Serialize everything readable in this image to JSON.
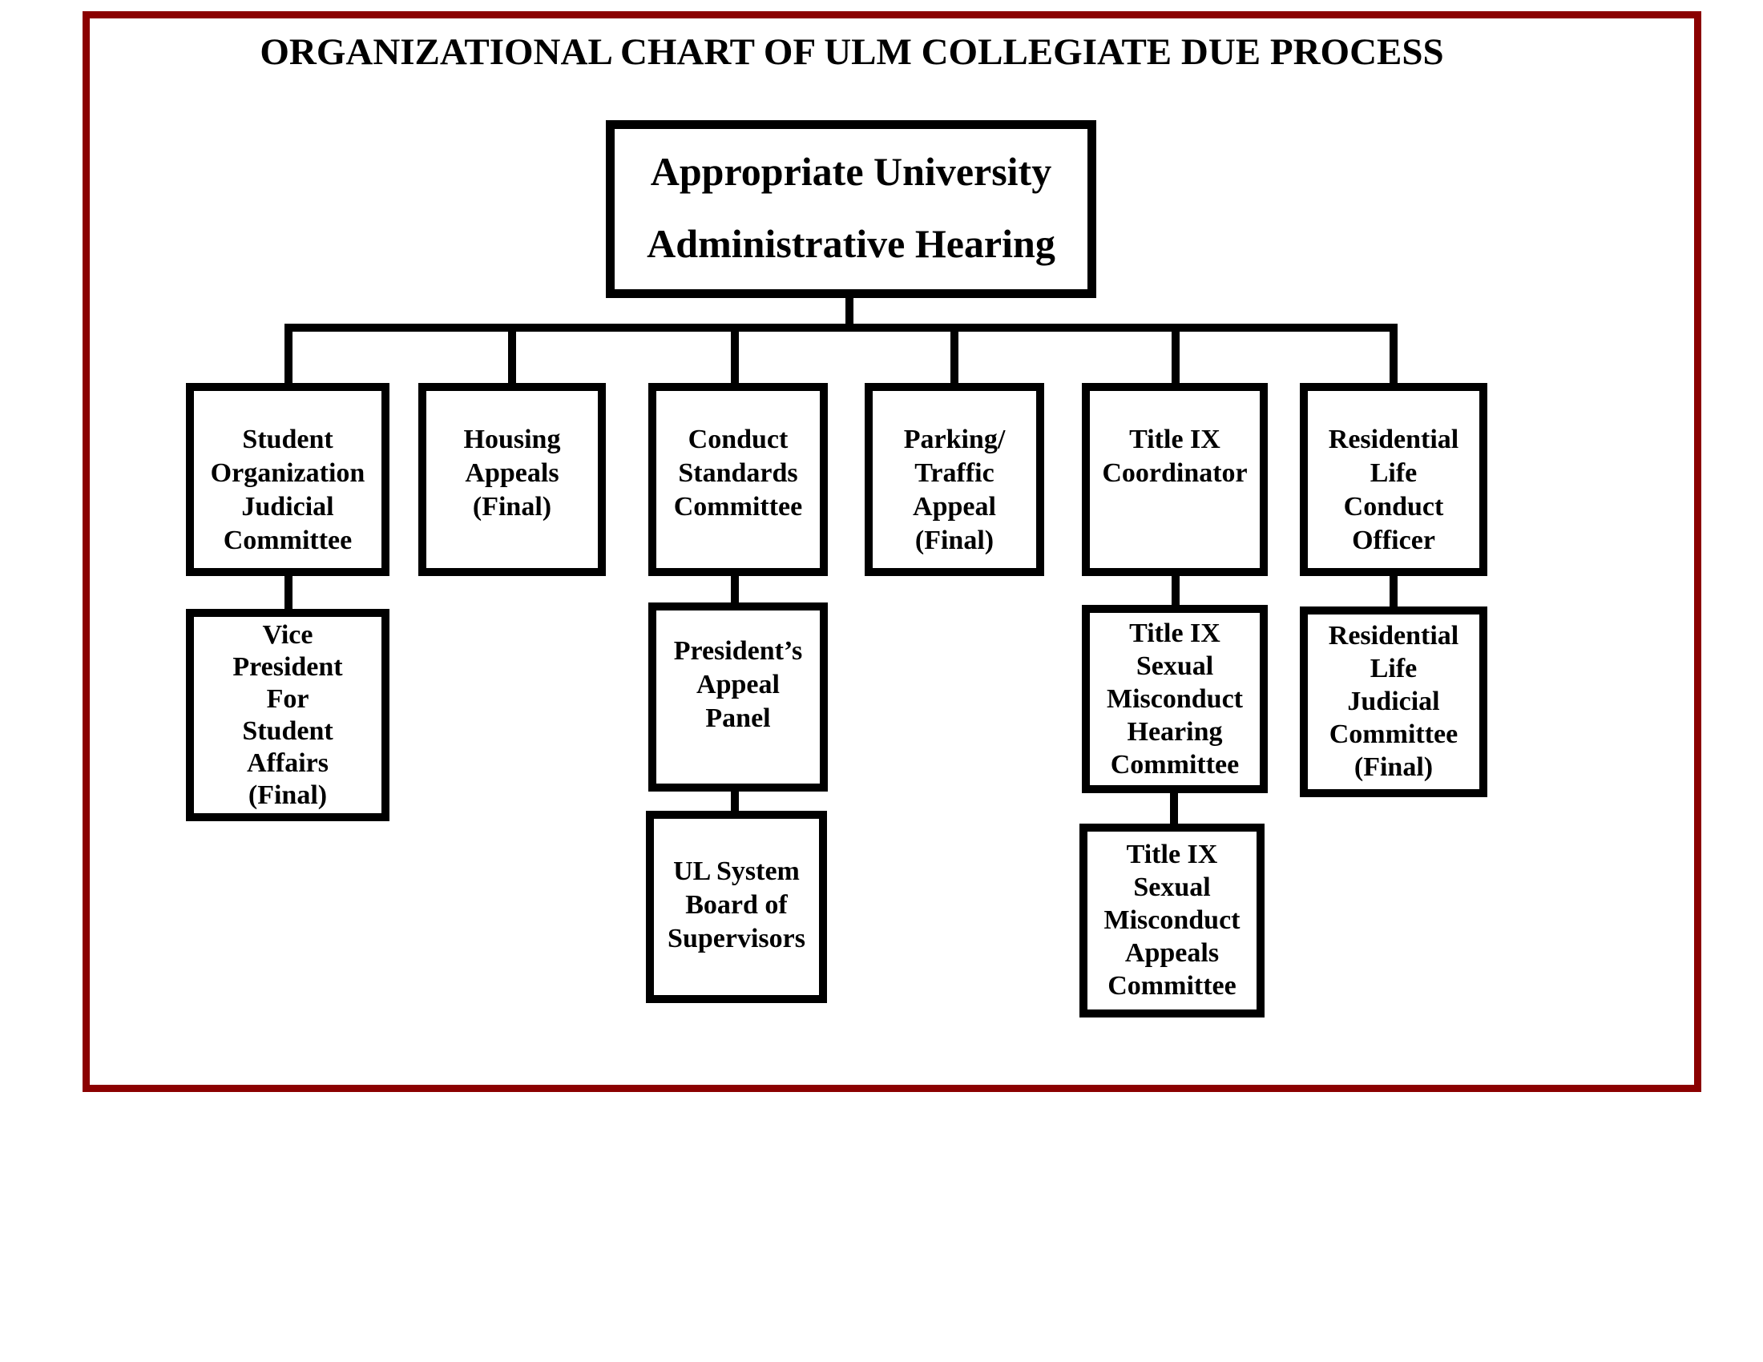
{
  "title": "ORGANIZATIONAL CHART OF ULM COLLEGIATE DUE PROCESS",
  "colors": {
    "frame": "#8B0000",
    "line": "#000000",
    "box_border": "#000000",
    "text": "#000000",
    "background": "#FFFFFF"
  },
  "tree": {
    "root": {
      "lines": [
        "Appropriate University",
        "Administrative Hearing"
      ],
      "children": [
        {
          "lines": [
            "Student",
            "Organization",
            "Judicial",
            "Committee"
          ],
          "children": [
            {
              "lines": [
                "Vice",
                "President",
                "For",
                "Student",
                "Affairs",
                "(Final)"
              ],
              "children": []
            }
          ]
        },
        {
          "lines": [
            "Housing",
            "Appeals",
            "(Final)"
          ],
          "children": []
        },
        {
          "lines": [
            "Conduct",
            "Standards",
            "Committee"
          ],
          "children": [
            {
              "lines": [
                "President’s",
                "Appeal",
                "Panel"
              ],
              "children": [
                {
                  "lines": [
                    "UL System",
                    "Board of",
                    "Supervisors"
                  ],
                  "children": []
                }
              ]
            }
          ]
        },
        {
          "lines": [
            "Parking/",
            "Traffic",
            "Appeal",
            "(Final)"
          ],
          "children": []
        },
        {
          "lines": [
            "Title IX",
            "Coordinator"
          ],
          "children": [
            {
              "lines": [
                "Title IX",
                "Sexual",
                "Misconduct",
                "Hearing",
                "Committee"
              ],
              "children": [
                {
                  "lines": [
                    "Title IX",
                    "Sexual",
                    "Misconduct",
                    "Appeals",
                    "Committee"
                  ],
                  "children": []
                }
              ]
            }
          ]
        },
        {
          "lines": [
            "Residential",
            "Life",
            "Conduct",
            "Officer"
          ],
          "children": [
            {
              "lines": [
                "Residential",
                "Life",
                "Judicial",
                "Committee",
                "(Final)"
              ],
              "children": []
            }
          ]
        }
      ]
    }
  }
}
